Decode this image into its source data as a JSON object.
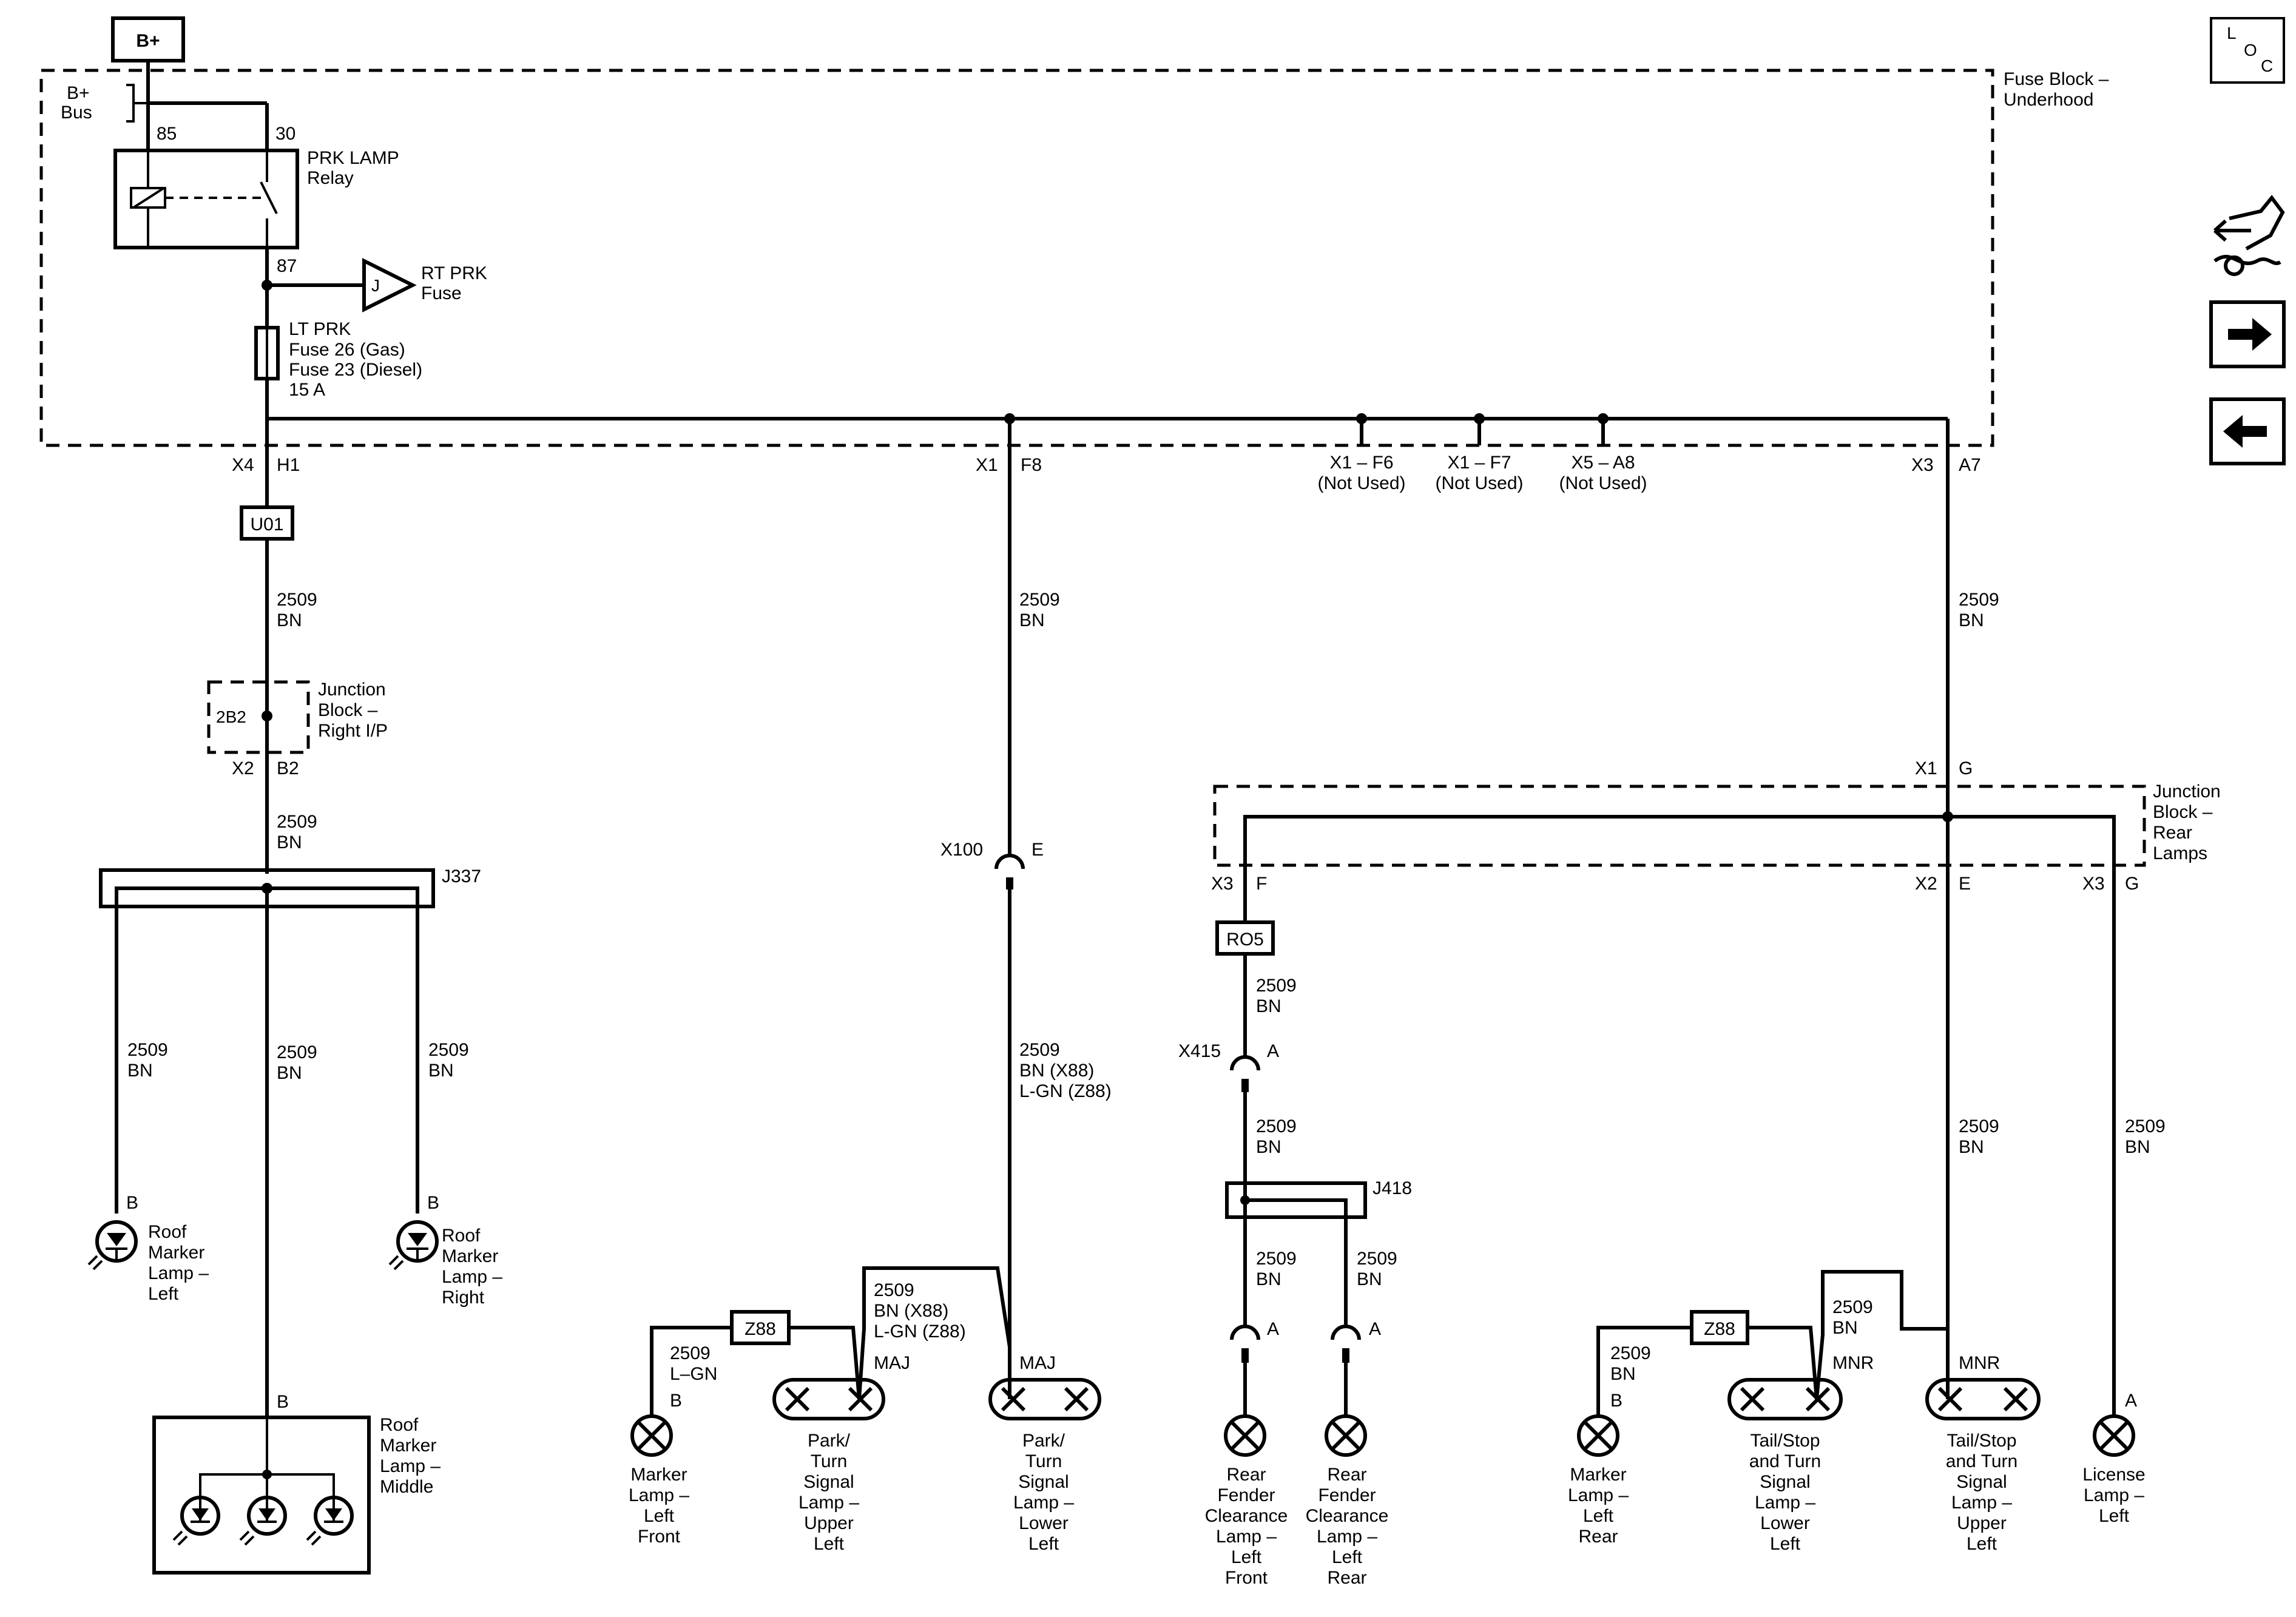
{
  "power": {
    "b_plus_box": "B+",
    "b_plus_bus": [
      "B+",
      "Bus"
    ]
  },
  "fuse_block": {
    "label": [
      "Fuse Block –",
      "Underhood"
    ],
    "relay": {
      "pin_85": "85",
      "pin_30": "30",
      "pin_87": "87",
      "label": [
        "PRK LAMP",
        "Relay"
      ]
    },
    "rt_prk": {
      "connector": "J",
      "label": [
        "RT PRK",
        "Fuse"
      ]
    },
    "fuse": [
      "LT PRK",
      "Fuse 26 (Gas)",
      "Fuse 23 (Diesel)",
      "15 A"
    ]
  },
  "outputs": {
    "h1": {
      "conn": "X4",
      "pin": "H1"
    },
    "f8": {
      "conn": "X1",
      "pin": "F8"
    },
    "f6": [
      "X1 – F6",
      "(Not Used)"
    ],
    "f7": [
      "X1 – F7",
      "(Not Used)"
    ],
    "a8": [
      "X5 – A8",
      "(Not Used)"
    ],
    "a7": {
      "conn": "X3",
      "pin": "A7"
    }
  },
  "option_boxes": {
    "u01": "U01",
    "z88_left": "Z88",
    "ro5": "RO5",
    "z88_right": "Z88"
  },
  "wires": {
    "w_2509_bn": [
      "2509",
      "BN"
    ],
    "w_x88_z88": [
      "2509",
      "BN (X88)",
      "L-GN (Z88)"
    ],
    "w_lgn": [
      "2509",
      "L–GN"
    ]
  },
  "junction_ip": {
    "id": "2B2",
    "label": [
      "Junction",
      "Block –",
      "Right I/P"
    ],
    "conn": "X2",
    "pin": "B2"
  },
  "splices": {
    "j337": "J337",
    "j418": "J418"
  },
  "connectors": {
    "x100": {
      "id": "X100",
      "pin": "E"
    },
    "x415": {
      "id": "X415",
      "pin": "A"
    }
  },
  "junction_rear": {
    "label": [
      "Junction",
      "Block –",
      "Rear",
      "Lamps"
    ],
    "x1": "X1",
    "g_top": "G",
    "x3_f": "X3",
    "f": "F",
    "x2": "X2",
    "e": "E",
    "x3_g": "X3",
    "g": "G"
  },
  "pins": {
    "b": "B",
    "a": "A",
    "maj": "MAJ",
    "mnr": "MNR"
  },
  "lamps": {
    "roof_left": [
      "Roof",
      "Marker",
      "Lamp –",
      "Left"
    ],
    "roof_right": [
      "Roof",
      "Marker",
      "Lamp –",
      "Right"
    ],
    "roof_middle": [
      "Roof",
      "Marker",
      "Lamp –",
      "Middle"
    ],
    "marker_left_front": [
      "Marker",
      "Lamp –",
      "Left",
      "Front"
    ],
    "park_upper_left": [
      "Park/",
      "Turn",
      "Signal",
      "Lamp –",
      "Upper",
      "Left"
    ],
    "park_lower_left": [
      "Park/",
      "Turn",
      "Signal",
      "Lamp –",
      "Lower",
      "Left"
    ],
    "rear_fender_front": [
      "Rear",
      "Fender",
      "Clearance",
      "Lamp –",
      "Left",
      "Front"
    ],
    "rear_fender_rear": [
      "Rear",
      "Fender",
      "Clearance",
      "Lamp –",
      "Left",
      "Rear"
    ],
    "marker_left_rear": [
      "Marker",
      "Lamp –",
      "Left",
      "Rear"
    ],
    "tail_lower_left": [
      "Tail/Stop",
      "and Turn",
      "Signal",
      "Lamp –",
      "Lower",
      "Left"
    ],
    "tail_upper_left": [
      "Tail/Stop",
      "and Turn",
      "Signal",
      "Lamp –",
      "Upper",
      "Left"
    ],
    "license_left": [
      "License",
      "Lamp –",
      "Left"
    ]
  },
  "nav": {
    "loc": [
      "L",
      "O",
      "C"
    ],
    "icons": [
      "loc-icon",
      "connector-view-icon",
      "next-page-icon",
      "previous-page-icon"
    ]
  }
}
